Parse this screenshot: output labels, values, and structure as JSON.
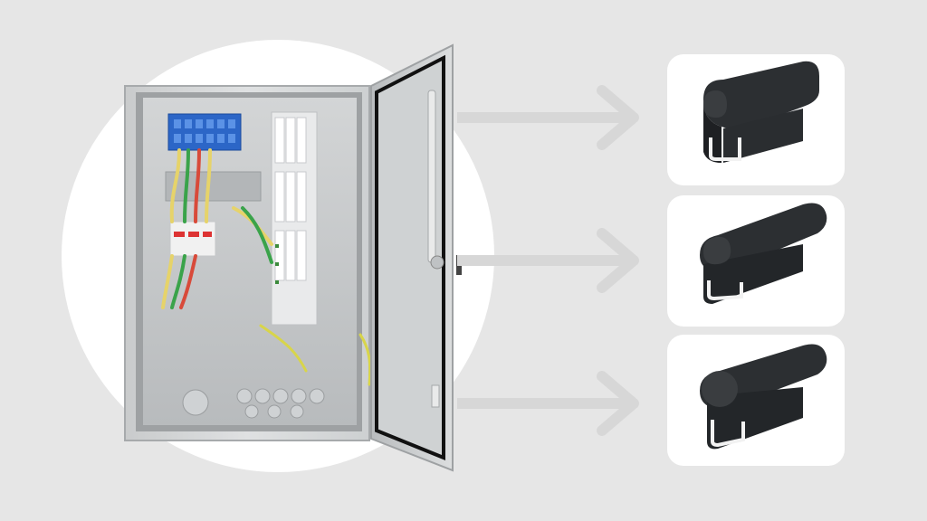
{
  "scene": {
    "subject": "electrical-enclosure",
    "background_color": "#e6e6e6",
    "circle_color": "#ffffff",
    "arrow_color": "#d7d7d7"
  },
  "profiles": [
    {
      "name": "seal-profile-1"
    },
    {
      "name": "seal-profile-2"
    },
    {
      "name": "seal-profile-3"
    }
  ]
}
